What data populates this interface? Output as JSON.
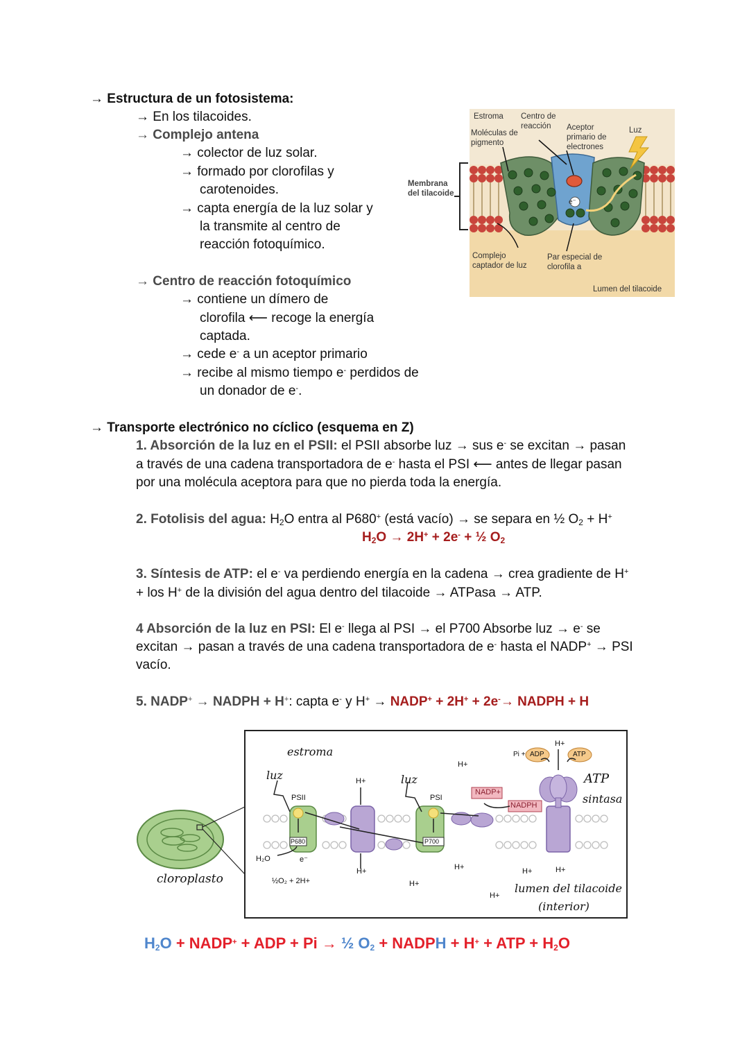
{
  "sec1": {
    "title": "→ Estructura de un fotosistema:",
    "l1": "→ En los tilacoides.",
    "antena": "→ Complejo antena",
    "a1": "→ colector de luz solar.",
    "a2": "→ formado por clorofilas y",
    "a2b": "carotenoides.",
    "a3": "→ capta energía de la luz solar y",
    "a3b": "la transmite al centro de",
    "a3c": "reacción  fotoquímico.",
    "centro": "→ Centro de reacción fotoquímico",
    "c1": "→ contiene un dímero de",
    "c1b": "clorofila ⟵ recoge la energía",
    "c1c": "captada.",
    "c2a": "→ cede e",
    "c2sup": "-",
    "c2b": " a un aceptor primario",
    "c3a": "→ recibe al mismo tiempo e",
    "c3sup": "-",
    "c3b": " perdidos de",
    "c3c_a": "un donador  de e",
    "c3c_sup": "-",
    "c3c_b": "."
  },
  "fig1": {
    "estroma": "Estroma",
    "moleculas": "Moléculas de pigmento",
    "centro": "Centro de reacción",
    "aceptor": "Aceptor primario de electrones",
    "luz": "Luz",
    "membrana": "Membrana del tilacoide",
    "complejo": "Complejo captador de luz",
    "par": "Par especial de clorofila a",
    "lumen": "Lumen del tilacoide",
    "e": "e⁻"
  },
  "sec2": {
    "title": "→ Transporte electrónico no cíclico (esquema en Z)",
    "s1_head": "1. Absorción de la luz en el PSII:",
    "s1_l1a": " el PSII absorbe luz → sus e",
    "s1_l1b": " se excitan → pasan",
    "s1_l2a": "a través de una cadena transportadora de e",
    "s1_l2b": " hasta el PSI ⟵ antes de llegar pasan",
    "s1_l3": "por una molécula aceptora para que no pierda toda la energía.",
    "s2_head": "2. Fotolisis del agua:",
    "s2_a": " H",
    "s2_b": "O entra al P680",
    "s2_c": " (está vacío) → se separa en ½ O",
    "s2_d": " + H",
    "s2_eq_a": "H",
    "s2_eq_b": "O → 2H",
    "s2_eq_c": " + 2e",
    "s2_eq_d": " + ½ O",
    "s3_head": "3. Síntesis de ATP:",
    "s3_a": " el e",
    "s3_b": " va perdiendo energía en la cadena → crea gradiente de H",
    "s3_l2a": "+ los H",
    "s3_l2b": " de la división del agua dentro del tilacoide → ATPasa → ATP.",
    "s4_head": "4 Absorción de la luz en PSI:",
    "s4_a": " El e",
    "s4_b": " llega al PSI → el P700 Absorbe luz → e",
    "s4_c": " se",
    "s4_l2a": "excitan → pasan a través de una cadena transportadora de e",
    "s4_l2b": " hasta el NADP",
    "s4_l2c": " → PSI",
    "s4_l3": "vacío.",
    "s5_head_a": "5. NADP",
    "s5_head_b": " → NADPH + H",
    "s5_head_c": ":",
    "s5_a": " capta e",
    "s5_b": " y H",
    "s5_c": " → ",
    "s5_eq_a": "NADP",
    "s5_eq_b": " + 2H",
    "s5_eq_c": " + 2e",
    "s5_eq_d": "→ NADPH + H",
    "plus": "+",
    "minus": "-",
    "two": "2"
  },
  "fig2": {
    "estroma": "estroma",
    "luz1": "luz",
    "luz2": "luz",
    "psii": "PSII",
    "psi": "PSI",
    "p680": "P680",
    "p700": "P700",
    "nadp": "NADP+",
    "nadph": "NADPH",
    "pi": "Pi +",
    "adp": "ADP",
    "atp": "ATP",
    "atp_sintasa_1": "ATP",
    "atp_sintasa_2": "sintasa",
    "hplus": "H+",
    "h2o": "H₂O",
    "eminus": "e⁻",
    "o2": "½O₂ + 2H+",
    "lumen1": "lumen del tilacoide",
    "lumen2": "(interior)",
    "cloroplasto": "cloroplasto"
  },
  "final": {
    "h": "H",
    "two": "2",
    "o": "O",
    "plus1": " + NADP",
    "sup1": "+",
    "rest1": " + ADP + Pi ",
    "arrow": "→ ",
    "half": "½ O",
    "two2": "2",
    "plus2": " + NADP",
    "hx": "H",
    "plus3": " + H",
    "sup2": "+",
    "plus4": " + ATP + H",
    "two3": "2",
    "o2": "O"
  }
}
